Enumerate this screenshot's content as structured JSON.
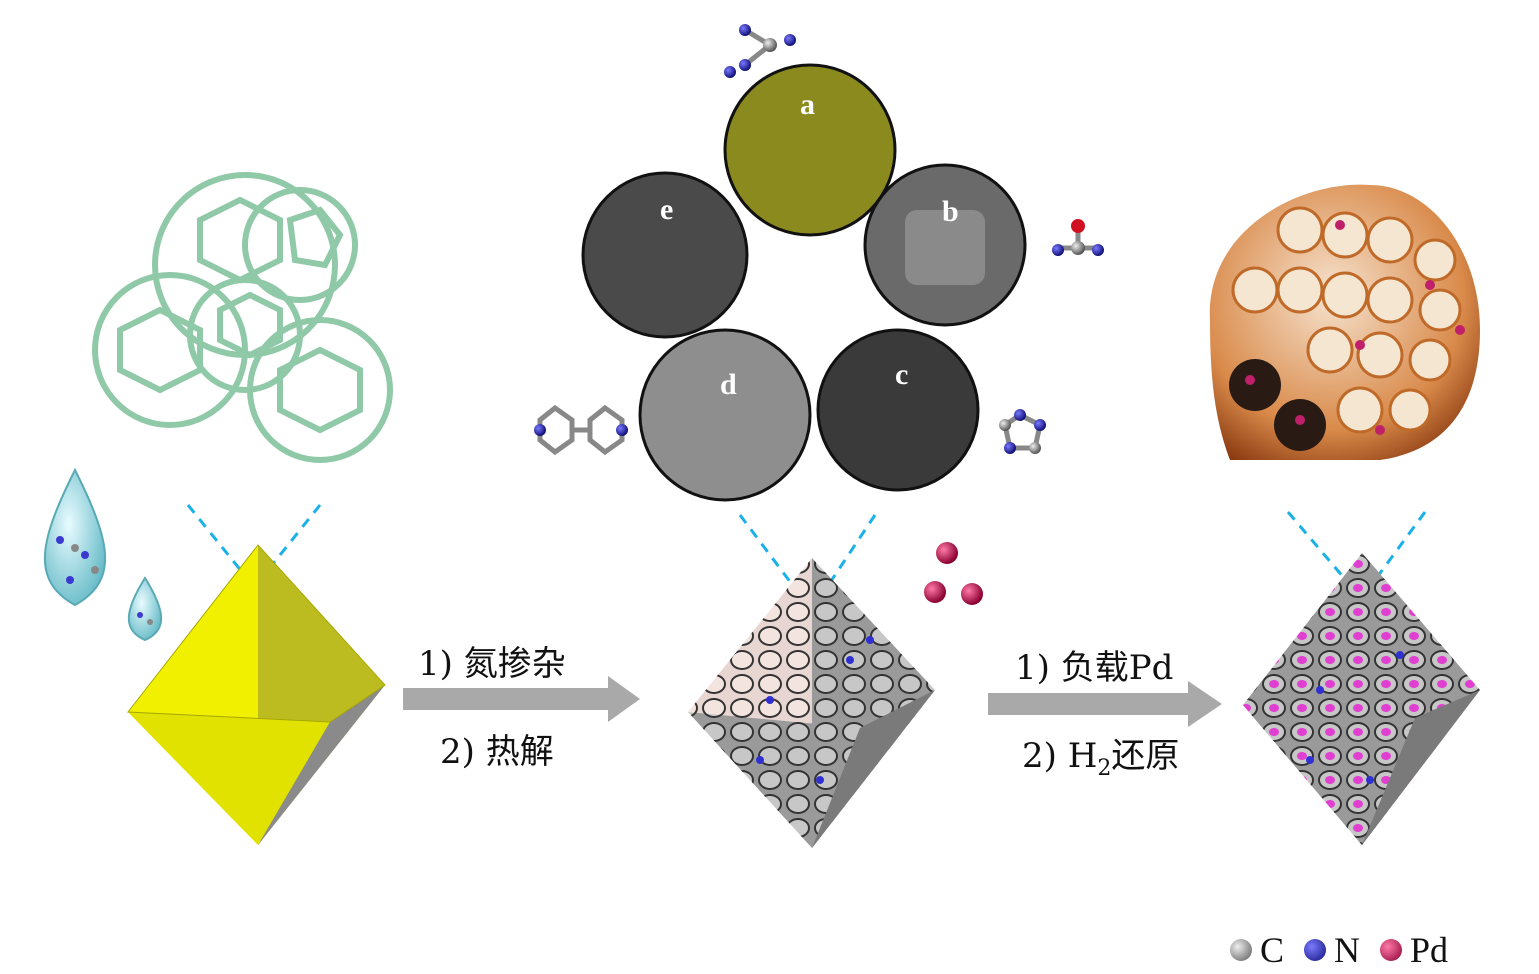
{
  "step1": {
    "line1": "1) 氮掺杂",
    "line2": "2) 热解"
  },
  "step2": {
    "line1": "1) 负载Pd",
    "line2_prefix": "2) H",
    "line2_sub": "2",
    "line2_suffix": "还原"
  },
  "sem_images": [
    {
      "label": "a",
      "color": "#8a8a1e"
    },
    {
      "label": "b",
      "color": "#5a5a5a"
    },
    {
      "label": "c",
      "color": "#3a3a3a"
    },
    {
      "label": "d",
      "color": "#8e8e8e"
    },
    {
      "label": "e",
      "color": "#4a4a4a"
    }
  ],
  "legend": [
    {
      "label": "C",
      "color": "#8c8c8c"
    },
    {
      "label": "N",
      "color": "#2a1fbf"
    },
    {
      "label": "Pd",
      "color": "#d4145a"
    }
  ]
}
